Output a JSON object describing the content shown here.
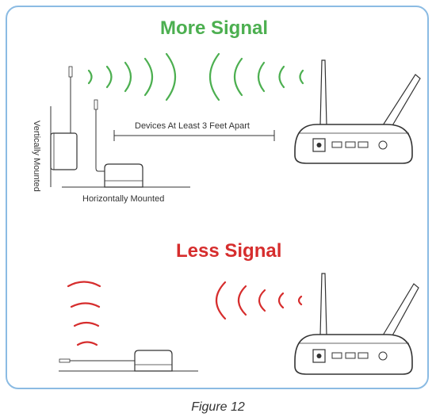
{
  "titles": {
    "more_signal": "More Signal",
    "less_signal": "Less Signal"
  },
  "labels": {
    "devices_apart": "Devices At Least 3 Feet Apart",
    "horizontally_mounted": "Horizontally Mounted",
    "vertically_mounted": "Vertically Mounted"
  },
  "caption": "Figure 12",
  "colors": {
    "more_signal": "#4caf50",
    "less_signal": "#d62d2d",
    "frame_border": "#8bbbe3",
    "line_art": "#333333"
  },
  "icons": [
    "router-icon",
    "sensor-icon",
    "antenna-icon",
    "signal-wave-icon"
  ]
}
